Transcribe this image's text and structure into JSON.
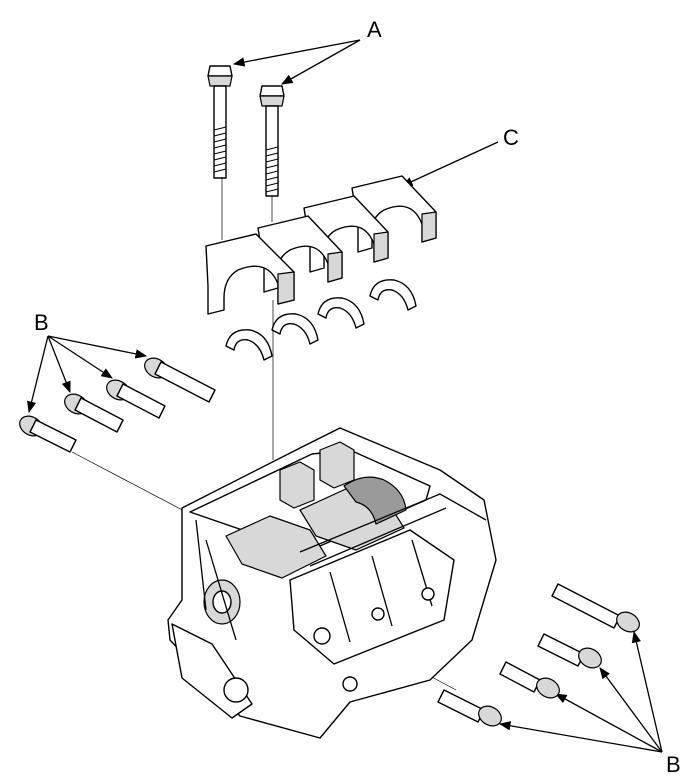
{
  "callouts": {
    "a": "A",
    "b_upper": "B",
    "b_lower": "B",
    "c": "C"
  },
  "parts": [
    {
      "name": "bearing-cap-bolt",
      "callout": "A",
      "count": 2
    },
    {
      "name": "side-bolt",
      "callout": "B",
      "count": 8
    },
    {
      "name": "bearing-cap",
      "callout": "C",
      "count": 4
    },
    {
      "name": "bearing-shell",
      "callout": "",
      "count": 4
    },
    {
      "name": "engine-block",
      "callout": "",
      "count": 1
    }
  ]
}
